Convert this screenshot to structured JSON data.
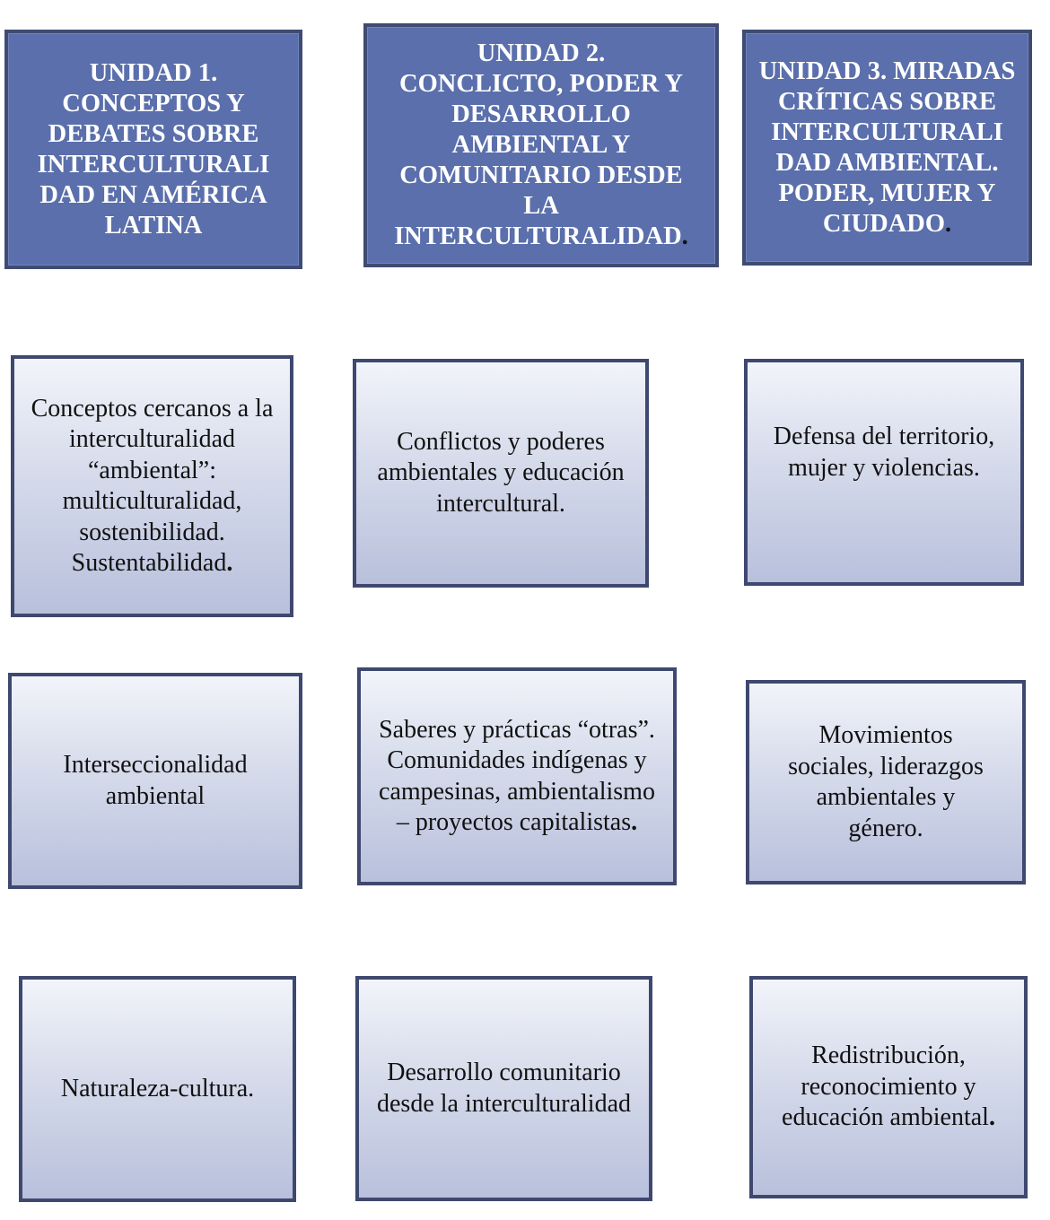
{
  "units": [
    {
      "title": "UNIDAD 1. CONCEPTOS Y DEBATES SOBRE INTERCULTURALI DAD EN AMÉRICA LATINA",
      "trailing": ""
    },
    {
      "title": "UNIDAD 2. CONCLICTO, PODER Y DESARROLLO AMBIENTAL Y COMUNITARIO DESDE LA INTERCULTURALIDAD",
      "trailing": "."
    },
    {
      "title": "UNIDAD 3. MIRADAS CRÍTICAS SOBRE INTERCULTURALI DAD AMBIENTAL. PODER, MUJER Y CIUDADO",
      "trailing": "."
    }
  ],
  "topics": [
    {
      "text": "Conceptos cercanos a la interculturalidad “ambiental”: multiculturalidad, sostenibilidad. Sustentabilidad",
      "trailing": "."
    },
    {
      "text": "Conflictos y poderes ambientales y educación intercultural.",
      "trailing": ""
    },
    {
      "text": "Defensa del territorio, mujer y violencias.",
      "trailing": ""
    },
    {
      "text": "Interseccionalidad ambiental",
      "trailing": ""
    },
    {
      "text": "Saberes y prácticas “otras”. Comunidades indígenas y campesinas, ambientalismo – proyectos capitalistas",
      "trailing": "."
    },
    {
      "text": "Movimientos sociales, liderazgos ambientales y género.",
      "trailing": ""
    },
    {
      "text": "Naturaleza-cultura.",
      "trailing": ""
    },
    {
      "text": "Desarrollo comunitario desde la interculturalidad",
      "trailing": ""
    },
    {
      "text": "Redistribución, reconocimiento y educación ambiental",
      "trailing": "."
    }
  ]
}
